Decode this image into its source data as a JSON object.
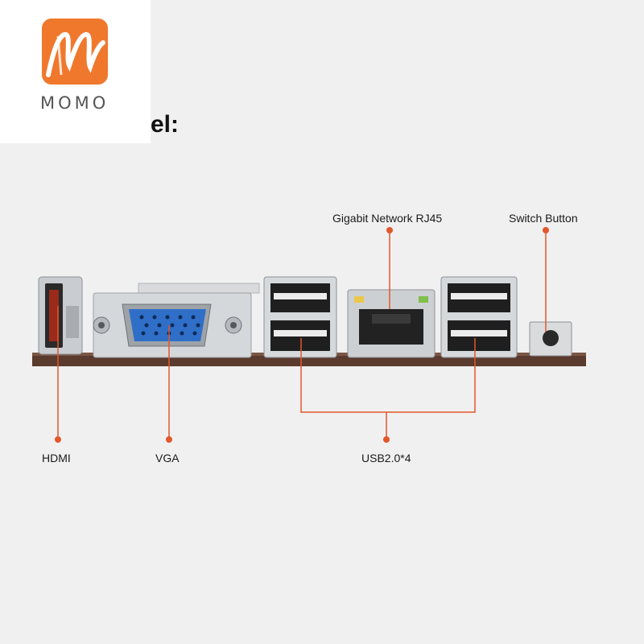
{
  "brand": {
    "logo_text": "MOMO",
    "accent_color": "#f0782d"
  },
  "heading": {
    "partial_text": "el:"
  },
  "callouts": {
    "rj45": "Gigabit Network RJ45",
    "switch": "Switch Button",
    "hdmi": "HDMI",
    "vga": "VGA",
    "usb": "USB2.0*4"
  },
  "colors": {
    "callout_line": "#e2572b",
    "vga_connector": "#2f6fc8",
    "pcb": "#5a3b2e"
  }
}
